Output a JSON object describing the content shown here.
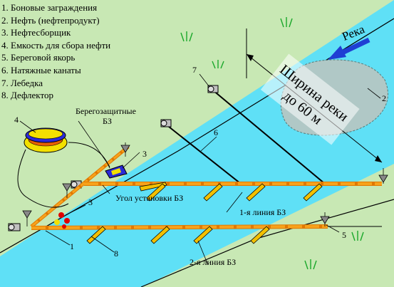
{
  "legend": [
    "1. Боновые заграждения",
    "2. Нефть (нефтепродукт)",
    "3. Нефтесборщик",
    "4. Емкость для сбора нефти",
    "5. Береговой якорь",
    "6. Натяжные канаты",
    "7. Лебедка",
    "8. Дефлектор"
  ],
  "labels": {
    "river_direction": "Река",
    "river_width_line1": "Ширина реки",
    "river_width_line2": "до 60 м",
    "shore_boom": "Берегозащитные",
    "shore_boom_2": "БЗ",
    "angle": "Угол установки БЗ",
    "line1": "1-я линия БЗ",
    "line2": "2-я линия БЗ"
  },
  "numbers": {
    "n1": "1",
    "n2": "2",
    "n3a": "3",
    "n3b": "3",
    "n4": "4",
    "n5": "5",
    "n6": "6",
    "n7": "7",
    "n8": "8"
  },
  "colors": {
    "grass": "#c8e8b4",
    "water": "#5fe0f6",
    "oil": "#b0c8c6",
    "boom": "#f7a21b",
    "deflector": "#f3c000",
    "arrow": "#1f3fd4"
  }
}
